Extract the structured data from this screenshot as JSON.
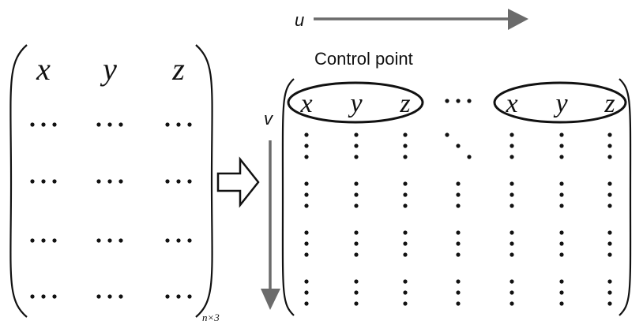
{
  "figure": {
    "left_matrix": {
      "header": [
        "x",
        "y",
        "z"
      ],
      "ellipsis_rows": 4,
      "ellipsis_glyph": "horizontal-ellipsis",
      "dimension_label": "n×3"
    },
    "transform_arrow": "right-arrow",
    "u_axis": {
      "label": "u",
      "direction": "right"
    },
    "v_axis": {
      "label": "v",
      "direction": "down"
    },
    "control_point_label": "Control point",
    "right_matrix": {
      "header_groups": [
        {
          "cells": [
            "x",
            "y",
            "z"
          ],
          "circled": true
        },
        {
          "cells": [
            "⋯"
          ],
          "circled": false
        },
        {
          "cells": [
            "x",
            "y",
            "z"
          ],
          "circled": true
        }
      ],
      "ellipsis_rows": 4,
      "first_row_middle_glyph": "diagonal-ellipsis",
      "column_glyph": "vertical-ellipsis"
    }
  }
}
